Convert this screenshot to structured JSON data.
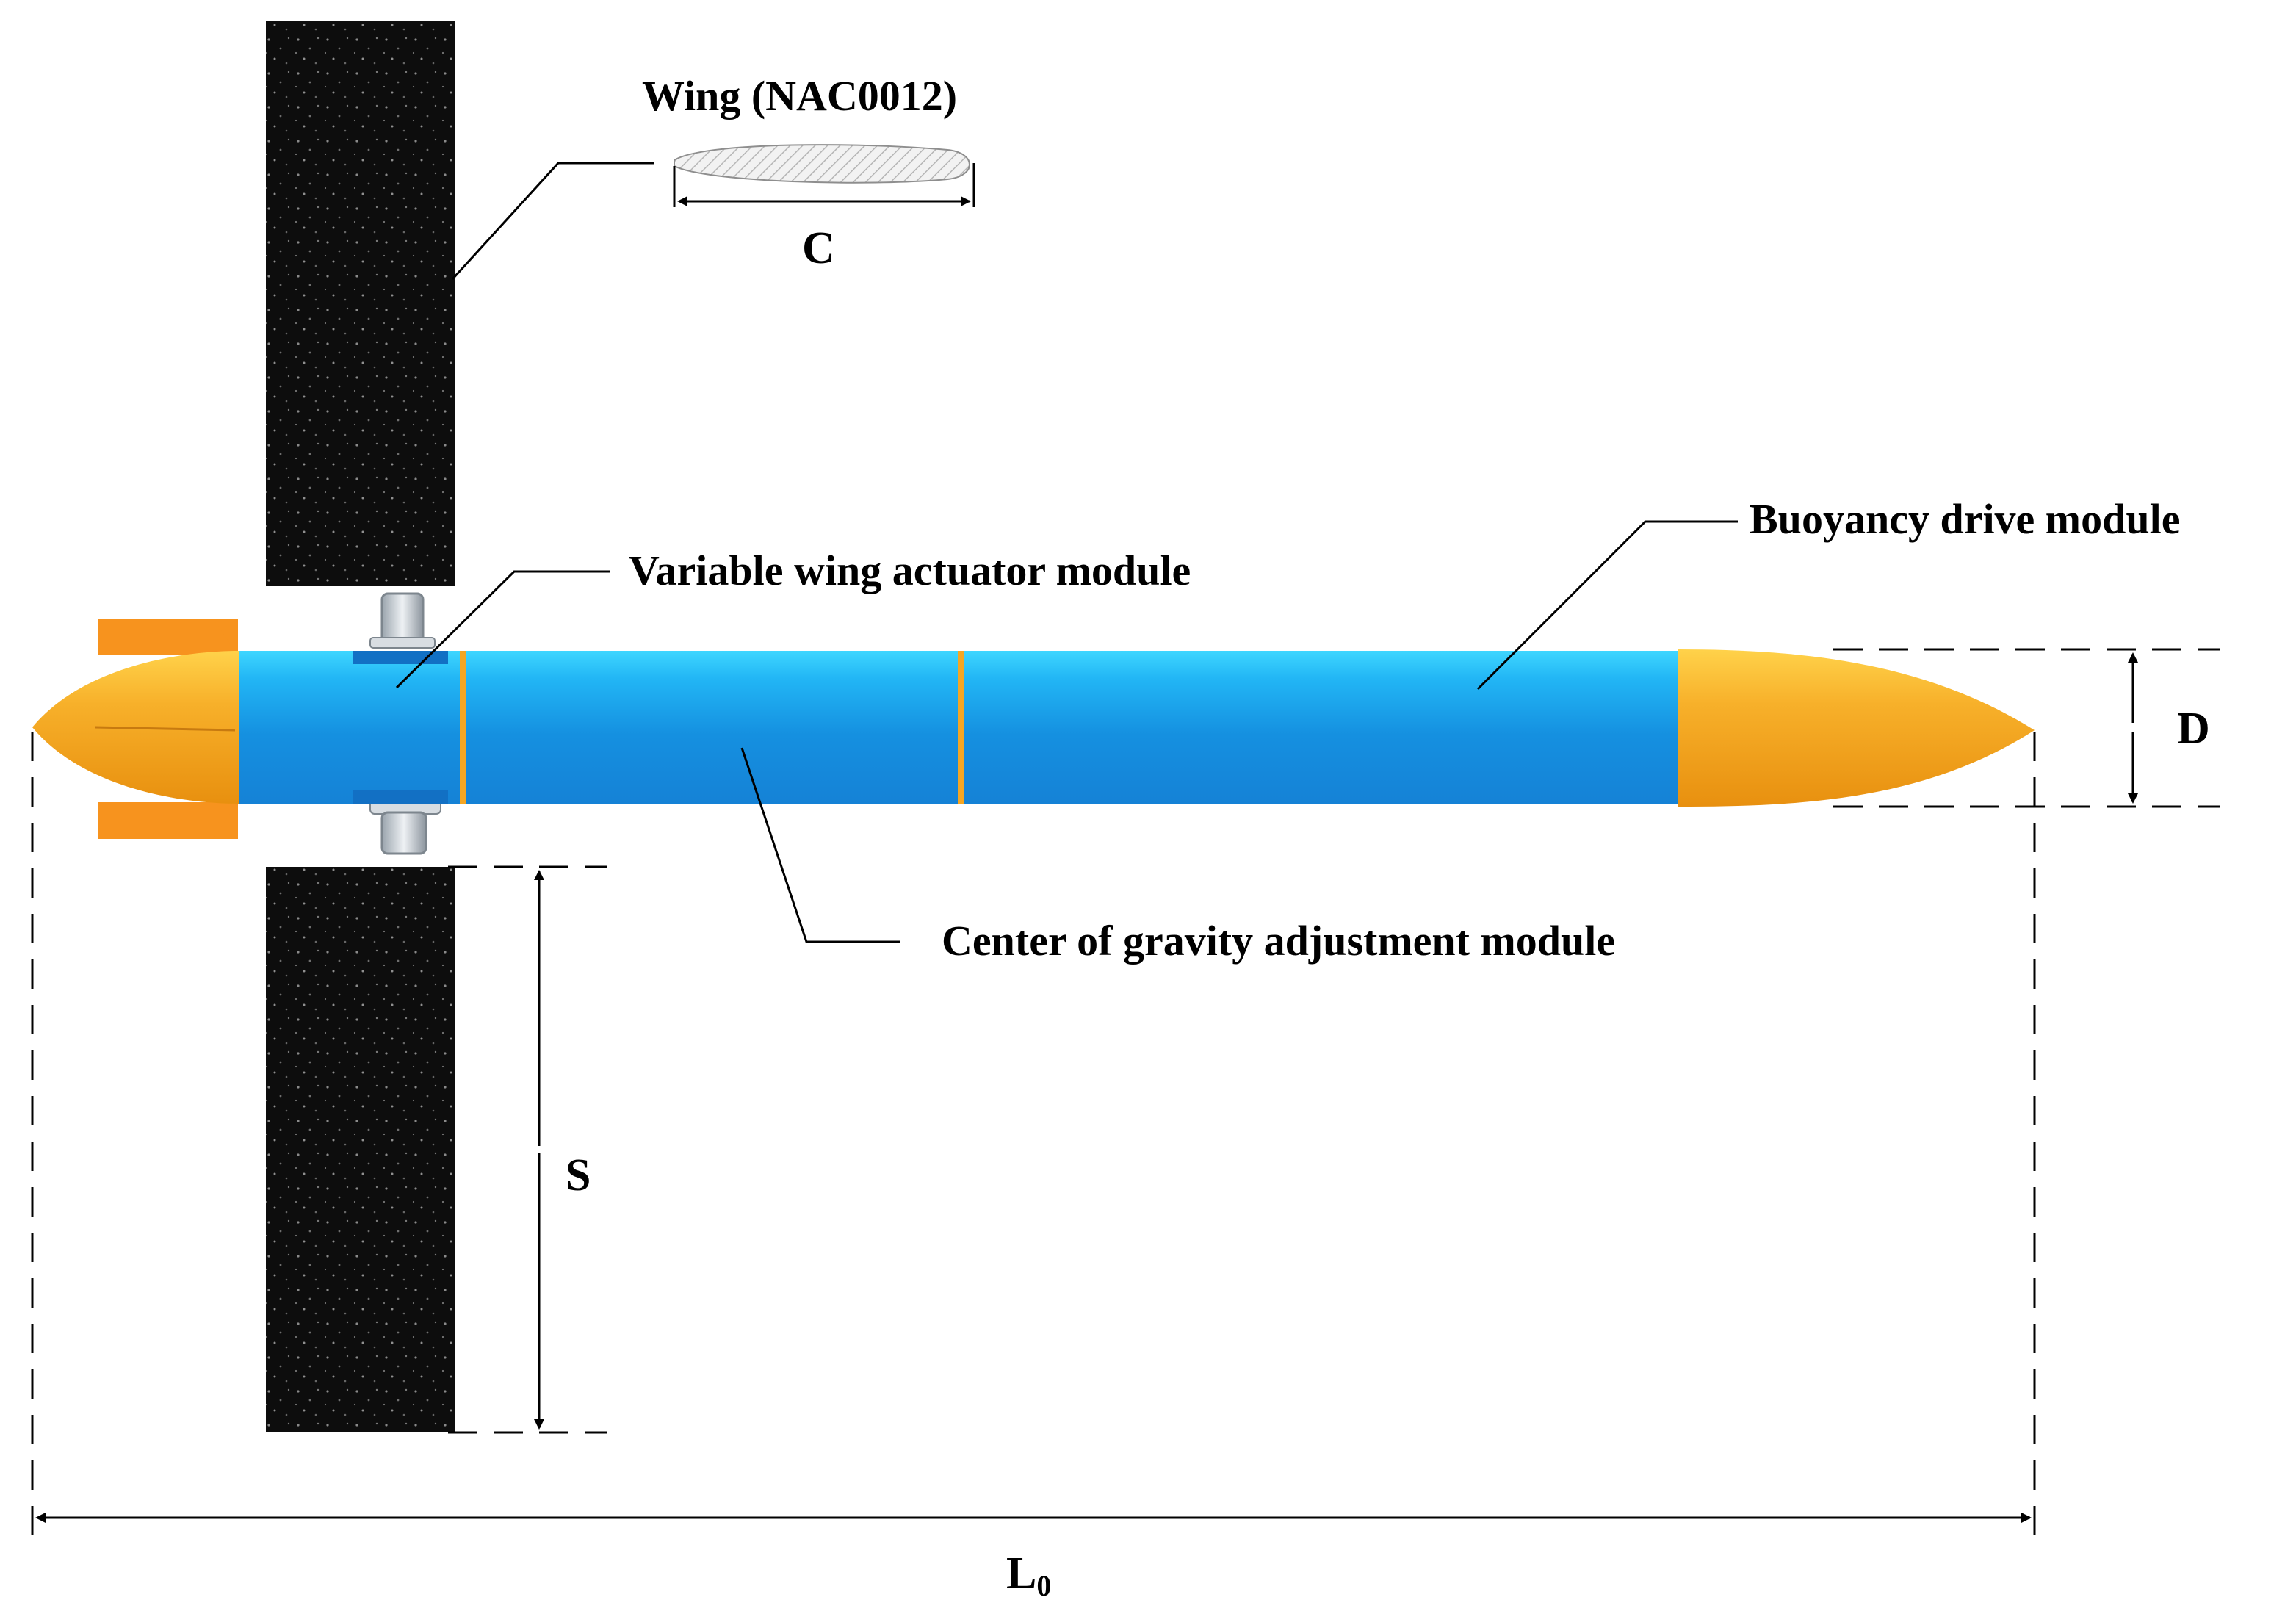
{
  "labels": {
    "wing": "Wing (NAC0012)",
    "chord": "C",
    "variable_wing": "Variable wing actuator module",
    "buoyancy": "Buoyancy drive module",
    "cog": "Center of gravity adjustment module",
    "diameter": "D",
    "span": "S",
    "length_main": "L",
    "length_sub": "0"
  },
  "colors": {
    "hull_blue": "#1a9be8",
    "hull_top": "#3fd0ff",
    "cone_orange": "#f5a623",
    "cone_highlight": "#ffd04a",
    "fin_orange": "#f7931e",
    "wing_black": "#0d0d0d",
    "line": "#000000"
  }
}
